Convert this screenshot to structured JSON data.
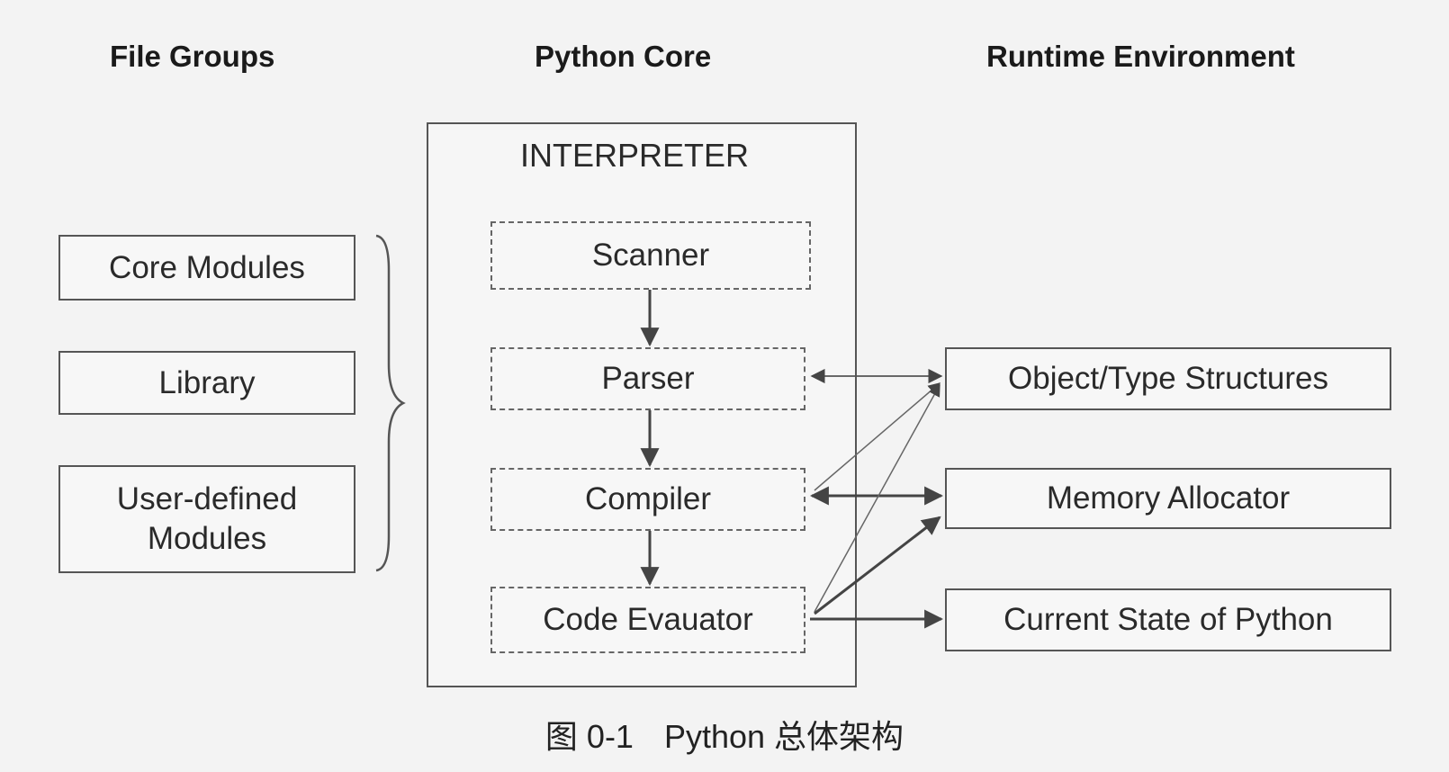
{
  "headings": {
    "file_groups": "File Groups",
    "python_core": "Python Core",
    "runtime_environment": "Runtime Environment"
  },
  "file_groups": {
    "core_modules": "Core Modules",
    "library": "Library",
    "user_defined_line1": "User-defined",
    "user_defined_line2": "Modules"
  },
  "interpreter": {
    "label": "INTERPRETER",
    "scanner": "Scanner",
    "parser": "Parser",
    "compiler": "Compiler",
    "code_evaluator": "Code Evauator"
  },
  "runtime": {
    "object_type_structures": "Object/Type Structures",
    "memory_allocator": "Memory Allocator",
    "current_state": "Current State of Python"
  },
  "caption": {
    "figure_number": "图 0-1",
    "title": "Python 总体架构"
  },
  "colors": {
    "background": "#f3f3f3",
    "stroke": "#555555",
    "text": "#2a2a2a"
  }
}
